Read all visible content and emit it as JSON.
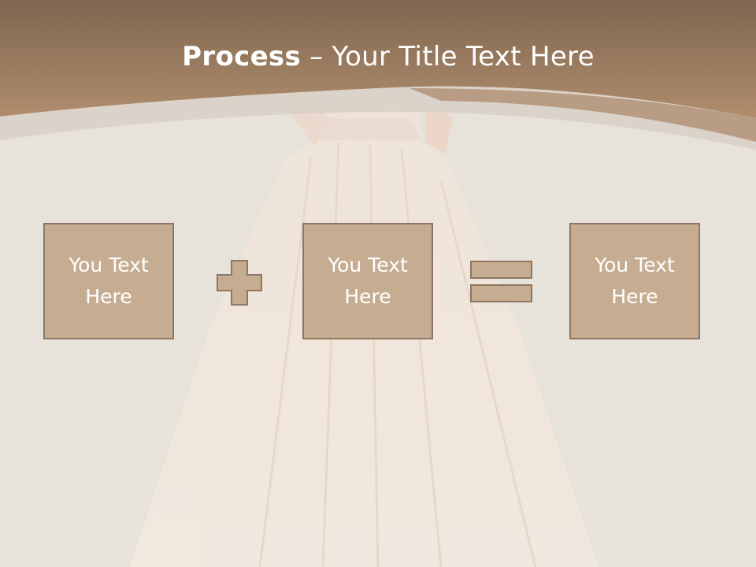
{
  "slide": {
    "title_bold": "Process",
    "title_rest": " – Your Title Text Here",
    "boxes": [
      {
        "text": "You Text Here"
      },
      {
        "text": "You Text Here"
      },
      {
        "text": "You Text Here"
      }
    ],
    "operators": [
      "plus-icon",
      "equals-icon"
    ]
  },
  "colors": {
    "header": "#a58061",
    "box_fill": "#c6ad91",
    "box_border": "#8d7663",
    "background": "#e8e3db"
  }
}
